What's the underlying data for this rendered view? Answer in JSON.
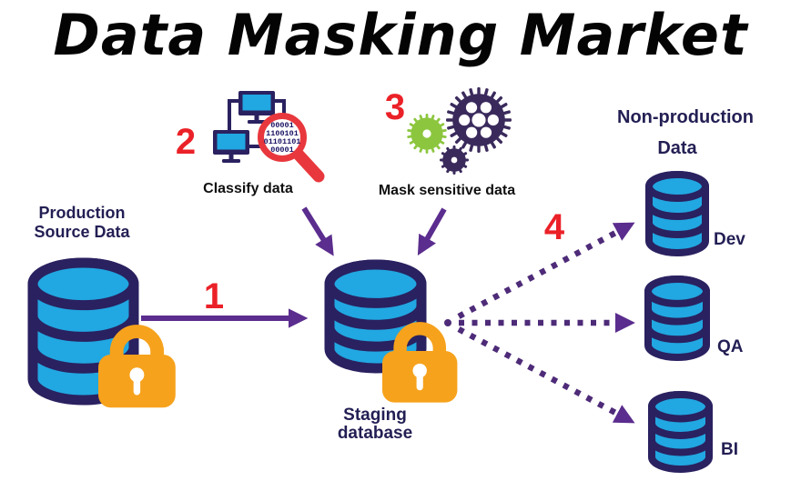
{
  "title": "Data Masking Market",
  "palette": {
    "db_blue": "#21A7E1",
    "outline_navy": "#2A2160",
    "padlock_orange": "#F6A21C",
    "arrow_purple": "#5B2D8E",
    "dotted_purple": "#4E2B78",
    "number_red": "#EB2128",
    "gear_green": "#8CC63F",
    "gear_dark": "#3A2A5C",
    "magnifier_red": "#E8383D",
    "label_navy": "#231F54"
  },
  "flow": {
    "step1_number": "1",
    "step2_number": "2",
    "step2_label": "Classify data",
    "step3_number": "3",
    "step3_label": "Mask sensitive data",
    "step4_number": "4"
  },
  "production": {
    "label_line1": "Production",
    "label_line2": "Source Data"
  },
  "staging": {
    "label_line1": "Staging",
    "label_line2": "database"
  },
  "non_production": {
    "heading_line1": "Non-production",
    "heading_line2": "Data",
    "environments": [
      "Dev",
      "QA",
      "BI"
    ]
  },
  "classify_icon": {
    "binary_lines": [
      "00001",
      "1100101",
      "01101101",
      "00001"
    ]
  }
}
